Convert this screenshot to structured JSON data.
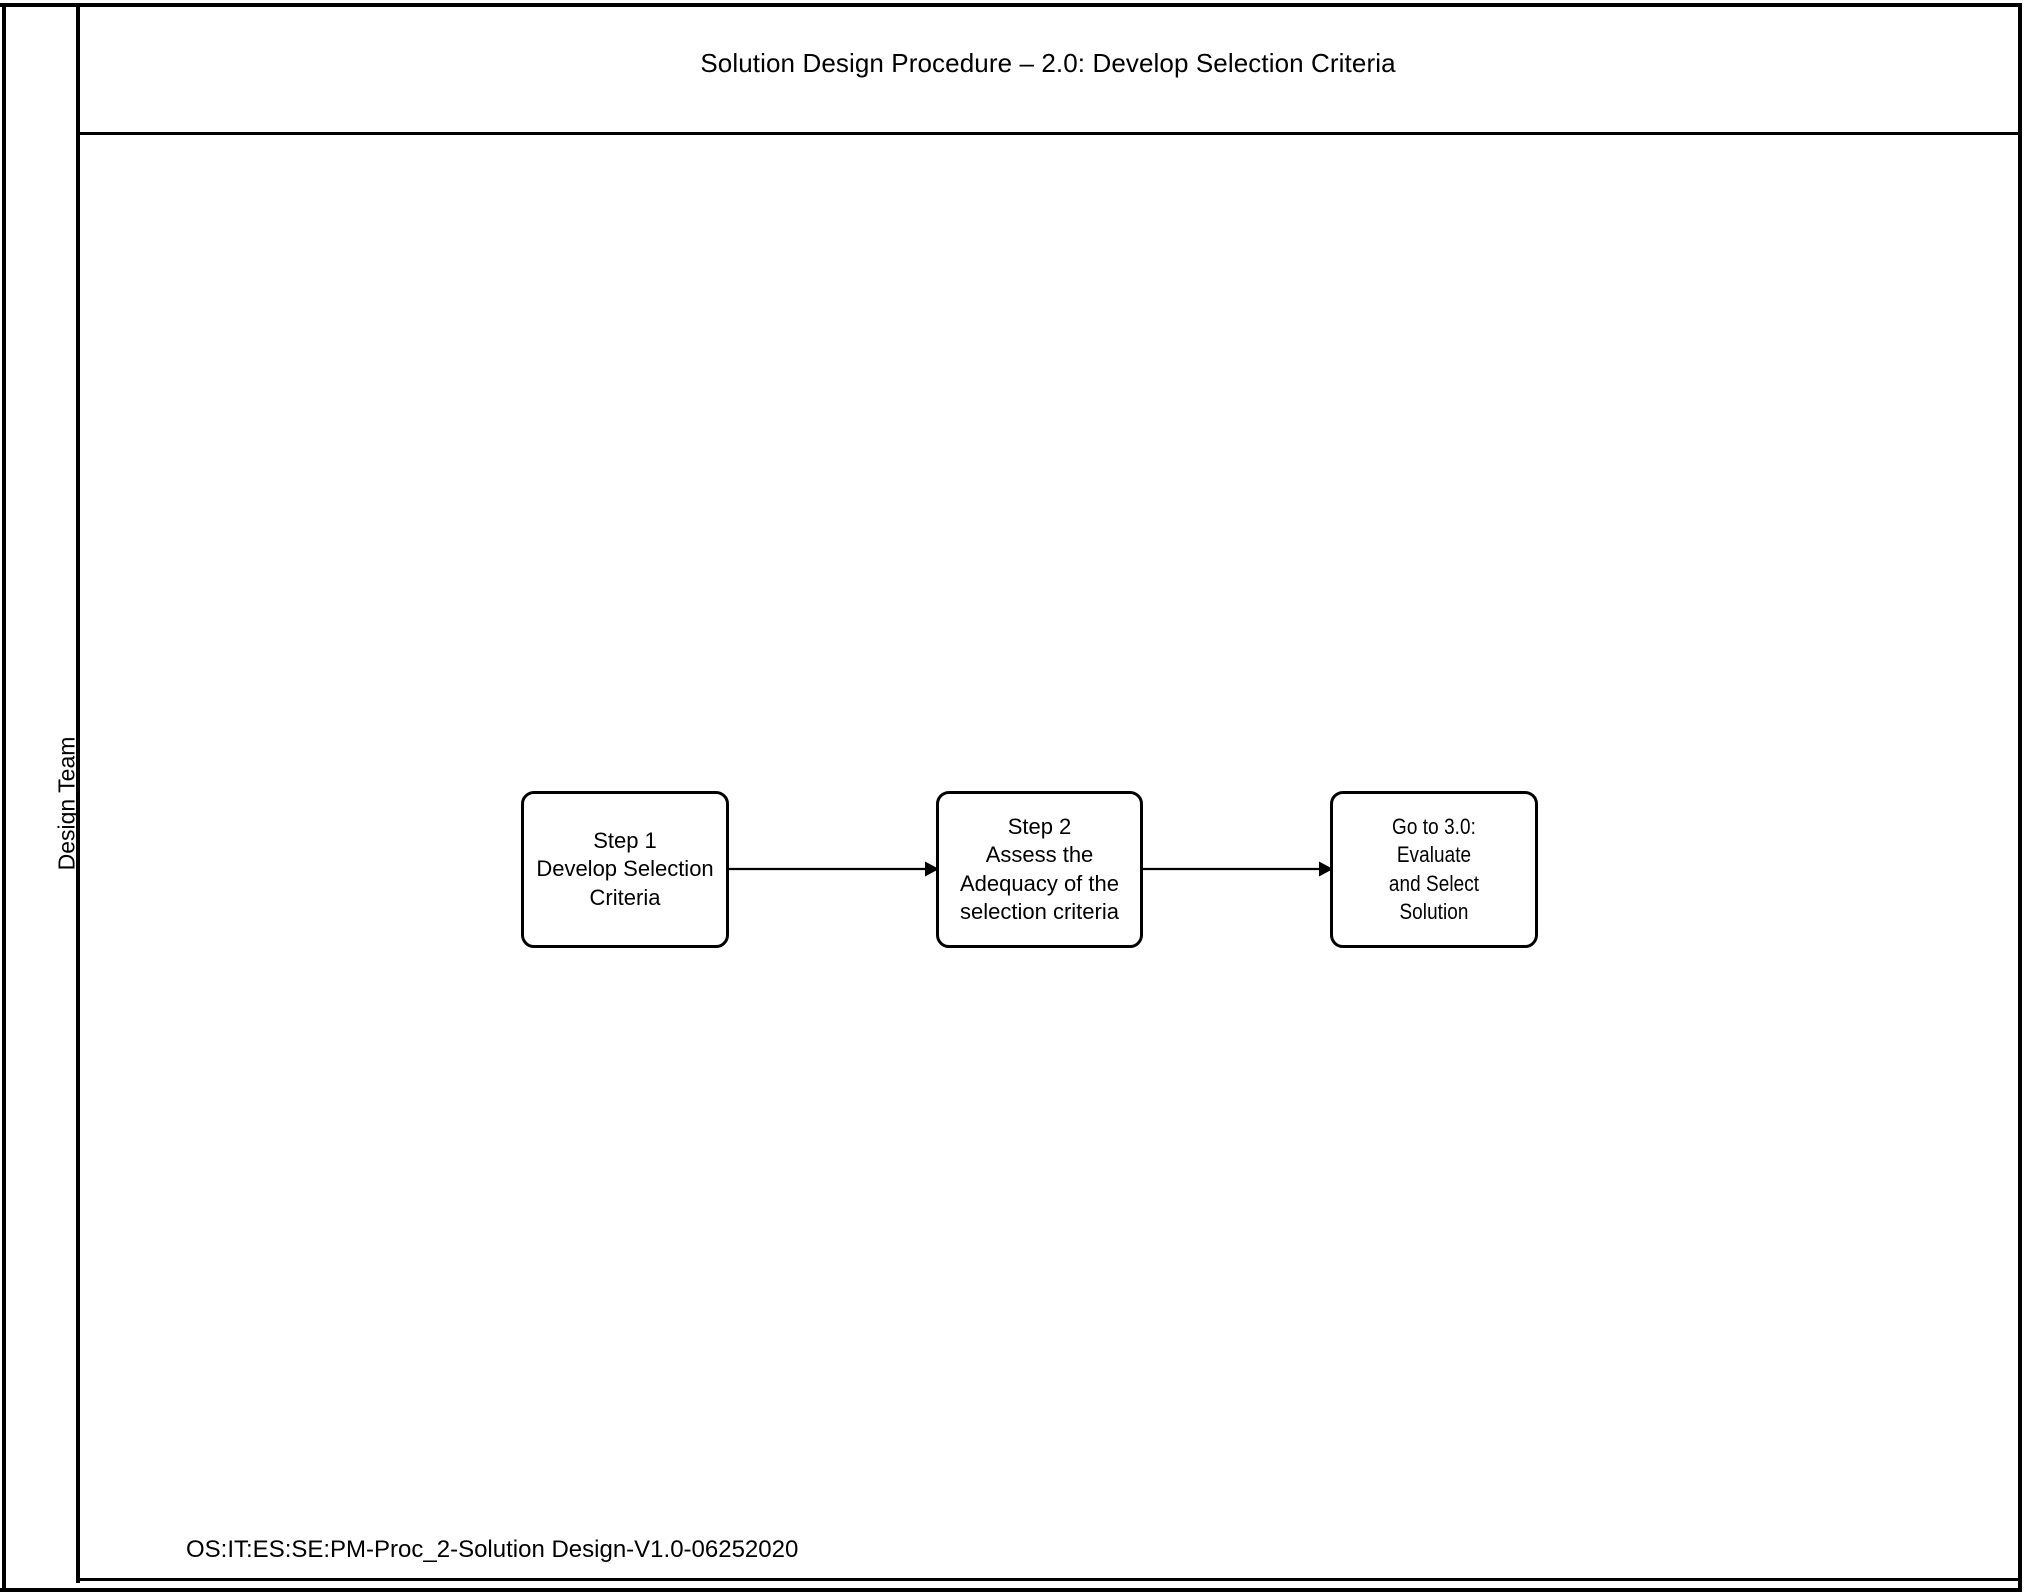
{
  "document": {
    "title": "Solution Design Procedure – 2.0: Develop Selection Criteria",
    "footer_code": "OS:IT:ES:SE:PM-Proc_2-Solution Design-V1.0-06252020",
    "ink_color": "#000000",
    "background_color": "#ffffff"
  },
  "lanes": [
    {
      "id": "design-team",
      "label": "Design Team"
    }
  ],
  "nodes": [
    {
      "id": "step-1",
      "shape": "rounded-rectangle",
      "text": "Step 1\nDevelop Selection\nCriteria",
      "font_style": "standard"
    },
    {
      "id": "step-2",
      "shape": "rounded-rectangle",
      "text": "Step 2\nAssess the\nAdequacy of the\nselection criteria",
      "font_style": "standard"
    },
    {
      "id": "goto-30",
      "shape": "rounded-rectangle",
      "text": "Go to 3.0: Evaluate\nand Select Solution",
      "font_style": "narrow"
    }
  ],
  "connectors": [
    {
      "id": "connector-1",
      "from": "step-1",
      "to": "step-2",
      "label": "",
      "arrowhead": "filled-triangle"
    },
    {
      "id": "connector-2",
      "from": "step-2",
      "to": "goto-30",
      "label": "",
      "arrowhead": "filled-triangle"
    }
  ]
}
